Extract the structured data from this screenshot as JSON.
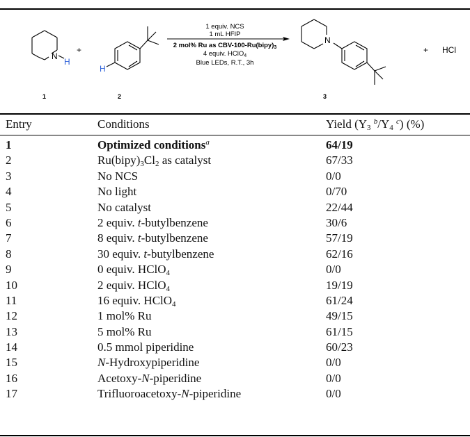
{
  "scheme": {
    "compound_labels": [
      "1",
      "2",
      "3"
    ],
    "reagent_lines": [
      "1 equiv. NCS",
      "1 mL HFIP",
      "2 mol% Ru as CBV-100-Ru(bipy)",
      "4 equiv. HClO",
      "Blue LEDs, R.T., 3h"
    ],
    "subscripts": {
      "ru_sub": "3",
      "hclo_sub": "4"
    },
    "atoms": {
      "nitrogen": "N",
      "hydrogen": "H"
    },
    "plus": "+",
    "byproduct": "HCl"
  },
  "table": {
    "headers": {
      "entry": "Entry",
      "conditions": "Conditions",
      "yield_prefix": "Yield (Y",
      "yield_sub1": "3",
      "yield_sup1": "b",
      "yield_mid": "/Y",
      "yield_sub2": "4",
      "yield_sup2": "c",
      "yield_suffix": ") (%)"
    },
    "rows": [
      {
        "entry": "1",
        "conditions": "Optimized conditions",
        "sup": "a",
        "yield": "64/19"
      },
      {
        "entry": "2",
        "c1": "Ru(bipy)",
        "s1": "3",
        "c2": "Cl",
        "s2": "2",
        "c3": " as catalyst",
        "yield": "67/33"
      },
      {
        "entry": "3",
        "conditions": "No NCS",
        "yield": "0/0"
      },
      {
        "entry": "4",
        "conditions": "No light",
        "yield": "0/70"
      },
      {
        "entry": "5",
        "conditions": "No catalyst",
        "yield": "22/44"
      },
      {
        "entry": "6",
        "pre": "2 equiv. ",
        "it": "t",
        "post": "-butylbenzene",
        "yield": "30/6"
      },
      {
        "entry": "7",
        "pre": "8 equiv. ",
        "it": "t",
        "post": "-butylbenzene",
        "yield": "57/19"
      },
      {
        "entry": "8",
        "pre": "30 equiv. ",
        "it": "t",
        "post": "-butylbenzene",
        "yield": "62/16"
      },
      {
        "entry": "9",
        "pre": "0 equiv. HClO",
        "sub": "4",
        "yield": "0/0"
      },
      {
        "entry": "10",
        "pre": "2 equiv. HClO",
        "sub": "4",
        "yield": "19/19"
      },
      {
        "entry": "11",
        "pre": "16 equiv. HClO",
        "sub": "4",
        "yield": "61/24"
      },
      {
        "entry": "12",
        "conditions": "1 mol% Ru",
        "yield": "49/15"
      },
      {
        "entry": "13",
        "conditions": "5 mol% Ru",
        "yield": "61/15"
      },
      {
        "entry": "14",
        "conditions": "0.5 mmol piperidine",
        "yield": "60/23"
      },
      {
        "entry": "15",
        "it": "N",
        "post": "-Hydroxypiperidine",
        "yield": "0/0"
      },
      {
        "entry": "16",
        "pre": "Acetoxy-",
        "it": "N",
        "post": "-piperidine",
        "yield": "0/0"
      },
      {
        "entry": "17",
        "pre": "Trifluoroacetoxy-",
        "it": "N",
        "post": "-piperidine",
        "yield": "0/0"
      }
    ]
  }
}
